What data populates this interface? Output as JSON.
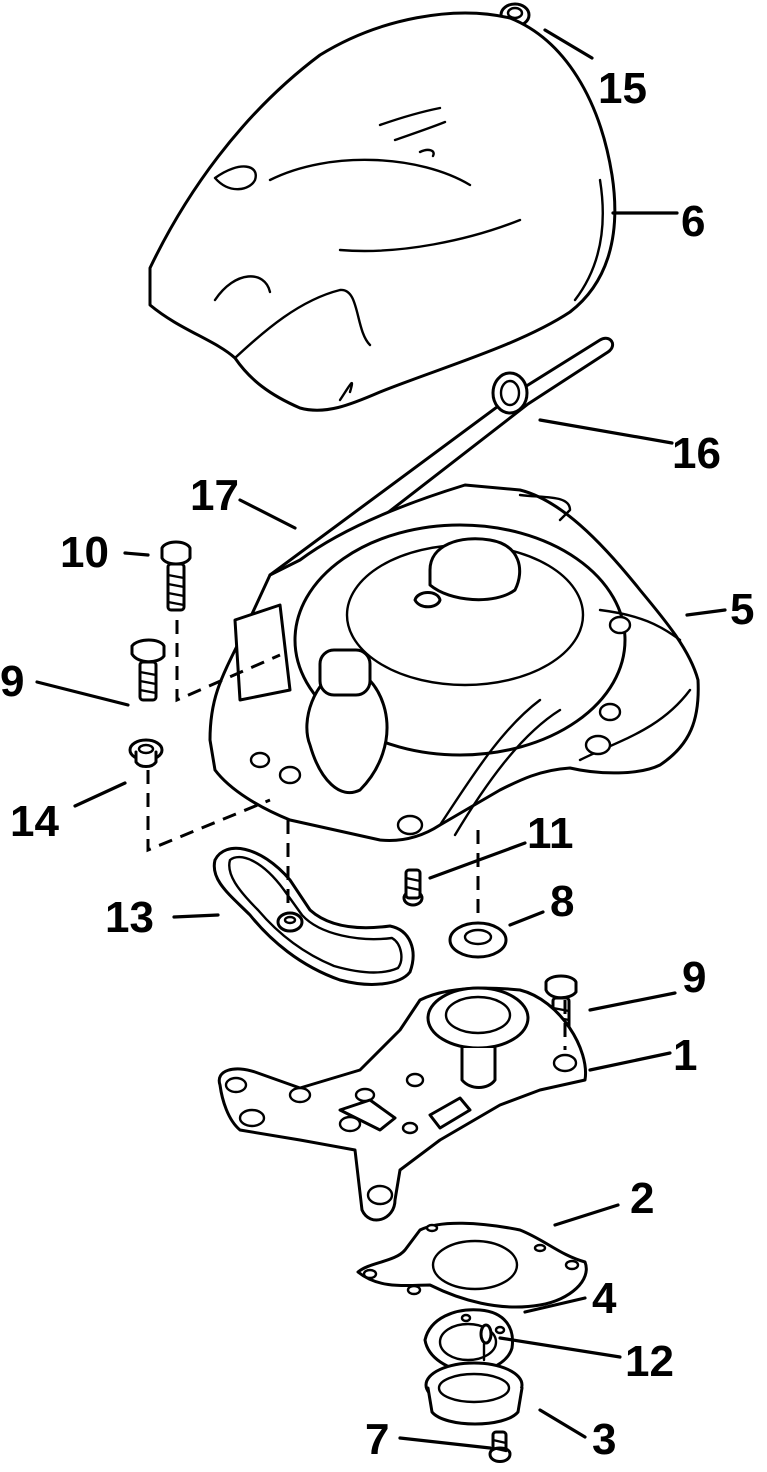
{
  "diagram": {
    "callouts": [
      {
        "id": "15",
        "label": "15"
      },
      {
        "id": "6",
        "label": "6"
      },
      {
        "id": "16",
        "label": "16"
      },
      {
        "id": "17",
        "label": "17"
      },
      {
        "id": "10",
        "label": "10"
      },
      {
        "id": "5",
        "label": "5"
      },
      {
        "id": "9a",
        "label": "9"
      },
      {
        "id": "14",
        "label": "14"
      },
      {
        "id": "11",
        "label": "11"
      },
      {
        "id": "8",
        "label": "8"
      },
      {
        "id": "13",
        "label": "13"
      },
      {
        "id": "9b",
        "label": "9"
      },
      {
        "id": "1",
        "label": "1"
      },
      {
        "id": "2",
        "label": "2"
      },
      {
        "id": "4",
        "label": "4"
      },
      {
        "id": "12",
        "label": "12"
      },
      {
        "id": "7",
        "label": "7"
      },
      {
        "id": "3",
        "label": "3"
      }
    ],
    "colors": {
      "ink": "#000000",
      "paper": "#ffffff"
    }
  }
}
